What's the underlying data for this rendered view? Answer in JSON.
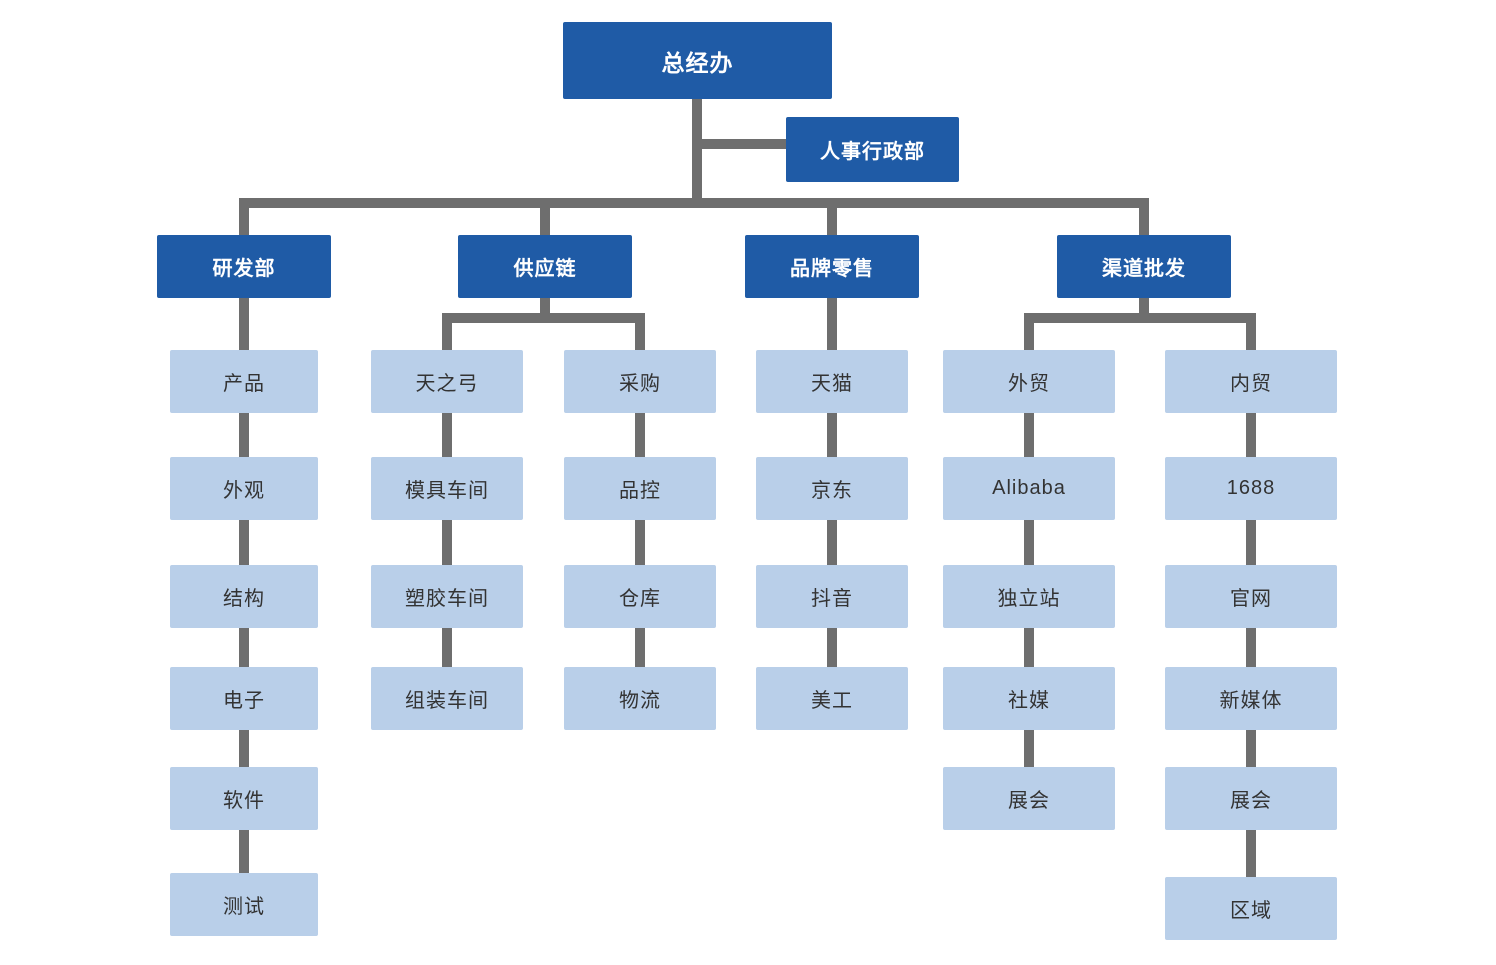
{
  "org": {
    "root": {
      "label": "总经办"
    },
    "admin": {
      "label": "人事行政部"
    },
    "departments": [
      {
        "name": "研发部",
        "columns": [
          {
            "items": [
              "产品",
              "外观",
              "结构",
              "电子",
              "软件",
              "测试"
            ]
          }
        ]
      },
      {
        "name": "供应链",
        "columns": [
          {
            "items": [
              "天之弓",
              "模具车间",
              "塑胶车间",
              "组装车间"
            ]
          },
          {
            "items": [
              "采购",
              "品控",
              "仓库",
              "物流"
            ]
          }
        ]
      },
      {
        "name": "品牌零售",
        "columns": [
          {
            "items": [
              "天猫",
              "京东",
              "抖音",
              "美工"
            ]
          }
        ]
      },
      {
        "name": "渠道批发",
        "columns": [
          {
            "items": [
              "外贸",
              "Alibaba",
              "独立站",
              "社媒",
              "展会"
            ]
          },
          {
            "items": [
              "内贸",
              "1688",
              "官网",
              "新媒体",
              "展会",
              "区域"
            ]
          }
        ]
      }
    ]
  },
  "colors": {
    "primary_node": "#1f5ba6",
    "secondary_node": "#b9cfe9",
    "connector": "#6e6e6e",
    "background": "#ffffff",
    "primary_text": "#ffffff",
    "secondary_text": "#333333"
  }
}
